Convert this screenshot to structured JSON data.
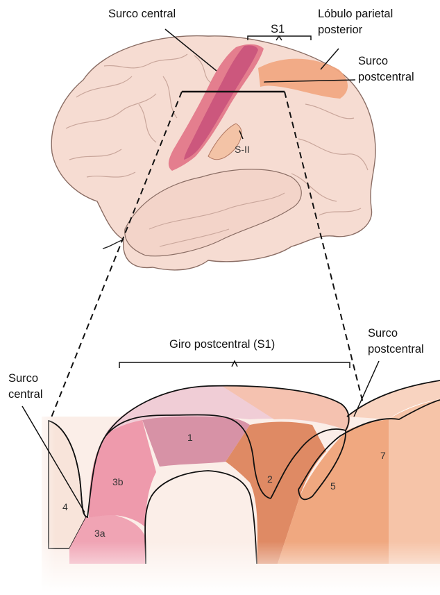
{
  "labels": {
    "surco_central_top": "Surco central",
    "s1_top": "S1",
    "lobulo_line1": "Lóbulo parietal",
    "lobulo_line2": "posterior",
    "surco_post_top_line1": "Surco",
    "surco_post_top_line2": "postcentral",
    "s_ii": "S-II",
    "giro": "Giro postcentral (S1)",
    "surco_central_bottom_line1": "Surco",
    "surco_central_bottom_line2": "central",
    "surco_post_bottom_line1": "Surco",
    "surco_post_bottom_line2": "postcentral"
  },
  "areas": {
    "a4": "4",
    "a3a": "3a",
    "a3b": "3b",
    "a1": "1",
    "a2": "2",
    "a5": "5",
    "a7": "7"
  },
  "colors": {
    "brain_fill": "#f6dcd2",
    "brain_stroke": "#8a6d64",
    "s1_band": "#e47e8e",
    "s1_mid": "#c8507a",
    "parietal": "#f2a57e",
    "area_3b": "#ee9aac",
    "area_3a": "#f0a4b4",
    "area_1": "#d792a6",
    "area_2": "#df8a64",
    "area_5": "#f0a880",
    "area_7": "#f6c4a8",
    "area_4": "#f8e4da"
  }
}
